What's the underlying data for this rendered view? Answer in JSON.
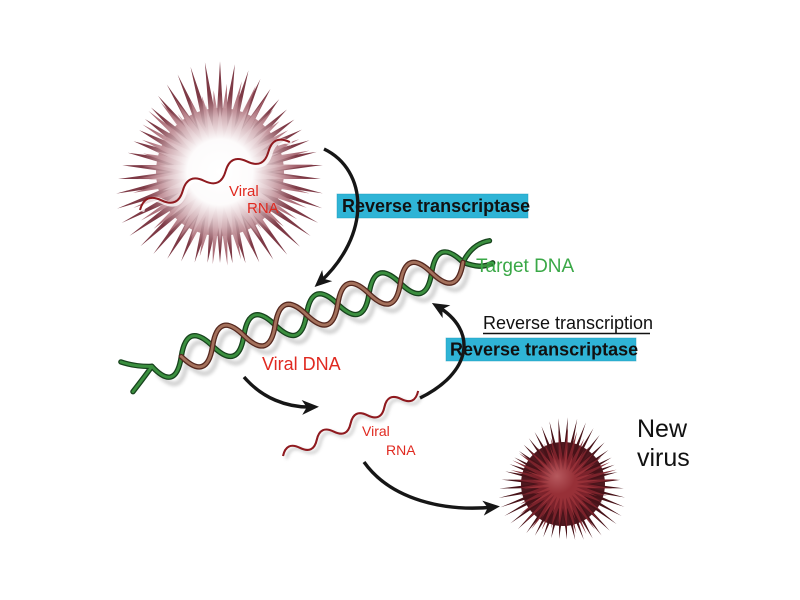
{
  "figure": {
    "labels": {
      "virus_rna_1": "Viral",
      "virus_rna_2": "RNA",
      "rt_top": "Reverse transcriptase",
      "target_dna": "Target DNA",
      "viral_dna": "Viral DNA",
      "reverse_transcription": "Reverse transcription",
      "rt_right": "Reverse transcriptase",
      "mid_rna_1": "Viral",
      "mid_rna_2": "RNA",
      "new_virus_1": "New",
      "new_virus_2": "virus"
    },
    "colors": {
      "highlight": "#2fb4d6",
      "red_label": "#e02920",
      "green_label": "#3aa847",
      "text": "#111111",
      "dna_green": "#3b8f3f",
      "dna_green_dark": "#17431d",
      "dna_brown": "#a4715c",
      "dna_brown_dark": "#55281f",
      "rna_red": "#8f1a1f",
      "arrow": "#161616"
    }
  }
}
